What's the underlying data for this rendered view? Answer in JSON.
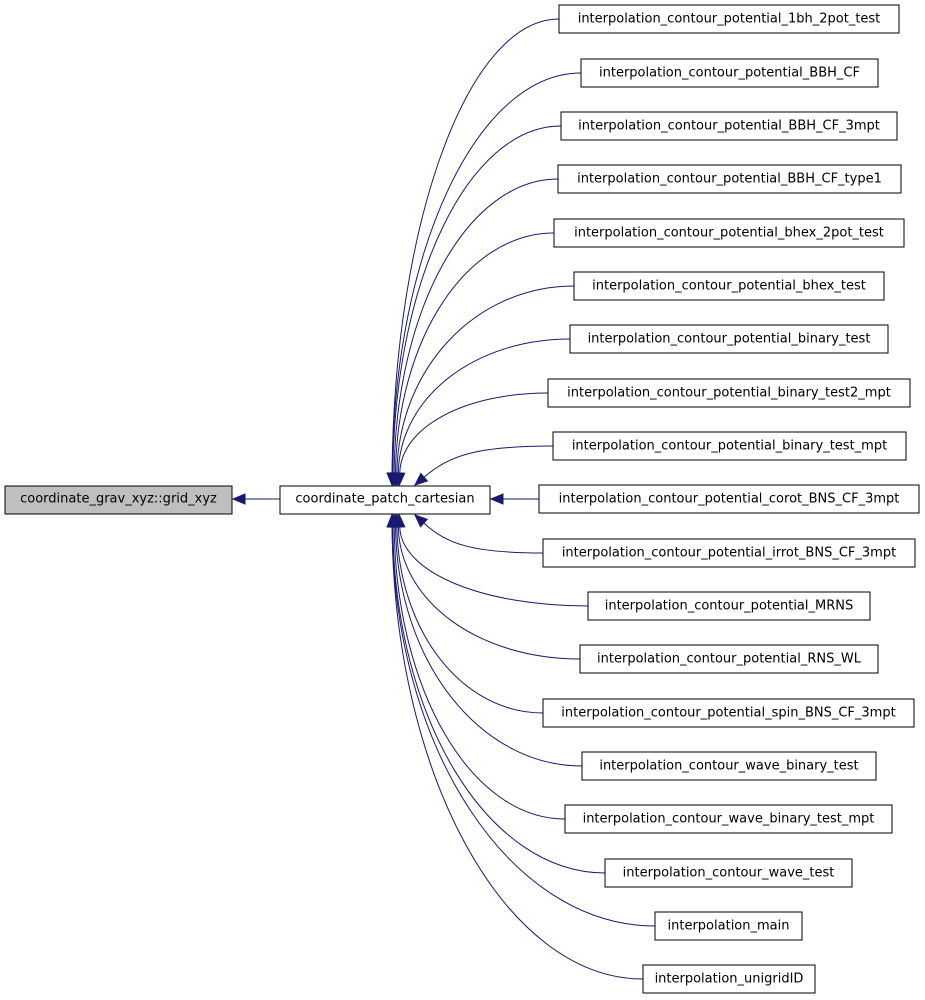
{
  "graph": {
    "root": {
      "id": "grid_xyz",
      "label": "coordinate_grav_xyz::grid_xyz"
    },
    "hub": {
      "id": "patch_cartesian",
      "label": "coordinate_patch_cartesian"
    },
    "callers": [
      "interpolation_contour_potential_1bh_2pot_test",
      "interpolation_contour_potential_BBH_CF",
      "interpolation_contour_potential_BBH_CF_3mpt",
      "interpolation_contour_potential_BBH_CF_type1",
      "interpolation_contour_potential_bhex_2pot_test",
      "interpolation_contour_potential_bhex_test",
      "interpolation_contour_potential_binary_test",
      "interpolation_contour_potential_binary_test2_mpt",
      "interpolation_contour_potential_binary_test_mpt",
      "interpolation_contour_potential_corot_BNS_CF_3mpt",
      "interpolation_contour_potential_irrot_BNS_CF_3mpt",
      "interpolation_contour_potential_MRNS",
      "interpolation_contour_potential_RNS_WL",
      "interpolation_contour_potential_spin_BNS_CF_3mpt",
      "interpolation_contour_wave_binary_test",
      "interpolation_contour_wave_binary_test_mpt",
      "interpolation_contour_wave_test",
      "interpolation_main",
      "interpolation_unigridID"
    ],
    "colors": {
      "edge": "#191970",
      "root_fill": "#bfbfbf",
      "node_fill": "#ffffff",
      "node_border": "#000000"
    }
  }
}
